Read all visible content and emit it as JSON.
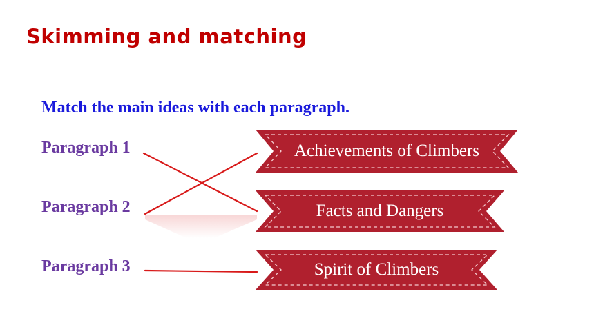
{
  "title": "Skimming and matching",
  "instruction": "Match the main ideas with each paragraph.",
  "paragraphs": [
    "Paragraph 1",
    "Paragraph 2",
    "Paragraph 3"
  ],
  "main_ideas": [
    "Achievements of Climbers",
    "Facts and Dangers",
    "Spirit of Climbers"
  ],
  "matches": [
    {
      "paragraph": "Paragraph 1",
      "idea": "Facts and Dangers"
    },
    {
      "paragraph": "Paragraph 2",
      "idea": "Achievements of Climbers"
    },
    {
      "paragraph": "Paragraph 3",
      "idea": "Spirit of Climbers"
    }
  ],
  "colors": {
    "title": "#c00000",
    "instruction": "#1a1adc",
    "paragraph": "#6a3aa0",
    "banner": "#b0202e",
    "banner_dash": "#f3c9cd",
    "match_line": "#d81a1a"
  }
}
